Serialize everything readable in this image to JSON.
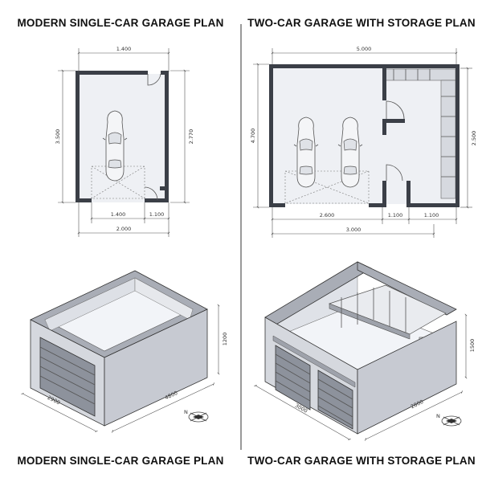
{
  "titles": {
    "single_plan": "MODERN SINGLE-CAR GARAGE PLAN",
    "double_plan": "TWO-CAR GARAGE WITH STORAGE PLAN",
    "single_iso": "MODERN SINGLE-CAR GARAGE PLAN",
    "double_iso": "TWO-CAR GARAGE WITH STORAGE PLAN"
  },
  "single_plan_dims": {
    "top": "1.400",
    "left": "3.500",
    "right": "2.770",
    "bottom_a": "1.400",
    "bottom_b": "1.100",
    "bottom_total": "2.000"
  },
  "double_plan_dims": {
    "top": "5.000",
    "left": "4.700",
    "right": "2.500",
    "bottom_a": "2.600",
    "bottom_b": "1.100",
    "bottom_c": "1.100",
    "bottom_total": "3.000"
  },
  "single_iso_dims": {
    "height": "1200",
    "width": "2900",
    "depth": "4800"
  },
  "double_iso_dims": {
    "height": "1500",
    "width": "3000",
    "depth": "2800"
  },
  "compass": {
    "north": "N"
  },
  "colors": {
    "wall": "#3b3f47",
    "floor": "#e6e8ee",
    "iso_side": "#c7cad2",
    "iso_front": "#d5d8de",
    "iso_top": "#a9adb6"
  }
}
